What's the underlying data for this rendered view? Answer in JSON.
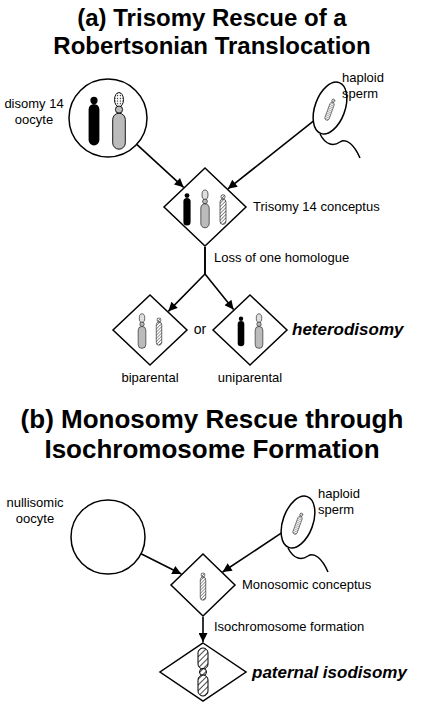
{
  "diagram": {
    "nodes": [
      {
        "text": [
          "disomy 14 oocyte"
        ]
      },
      {
        "text": [
          "haploid sperm"
        ]
      },
      {
        "text": [
          "Trisomy 14 conceptus"
        ]
      },
      {
        "text": [
          "biparental"
        ]
      },
      {
        "text": [
          "uniparental"
        ]
      },
      {
        "text": [
          "nullisomic oocyte"
        ]
      },
      {
        "text": [
          "haploid sperm"
        ]
      },
      {
        "text": [
          "Monosomic conceptus"
        ]
      },
      {
        "text": [
          "paternal isodisomy"
        ]
      }
    ],
    "edges": [
      {
        "from": 0,
        "to": 2,
        "arrow": "to"
      },
      {
        "from": 1,
        "to": 2,
        "arrow": "to"
      },
      {
        "from": 2,
        "to": 3,
        "label": "Loss of one homologue",
        "arrow": "to"
      },
      {
        "from": 2,
        "to": 4,
        "arrow": "to"
      },
      {
        "from": 5,
        "to": 7,
        "arrow": "to"
      },
      {
        "from": 6,
        "to": 7,
        "arrow": "to"
      },
      {
        "from": 7,
        "to": 8,
        "label": "Isochromosome formation",
        "arrow": "to"
      }
    ],
    "labels": [
      "(a) Trisomy Rescue of a Robertsonian Translocation",
      "or",
      "heterodisomy",
      "(b) Monosomy Rescue through Isochromosome Formation"
    ]
  }
}
